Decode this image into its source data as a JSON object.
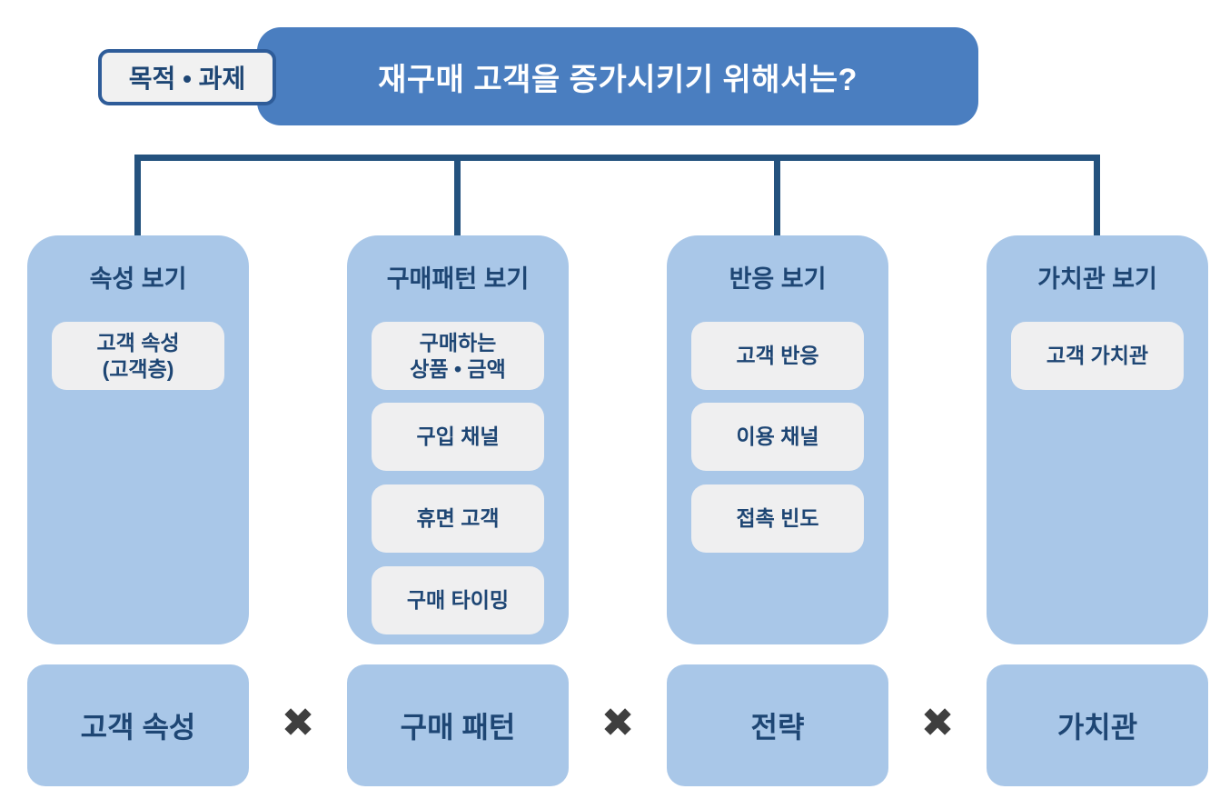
{
  "header": {
    "label": "목적 • 과제",
    "title": "재구매 고객을 증가시키기 위해서는?"
  },
  "columns": [
    {
      "header": "속성 보기",
      "items": [
        {
          "line1": "고객 속성",
          "line2": "(고객층)"
        }
      ]
    },
    {
      "header": "구매패턴 보기",
      "items": [
        {
          "line1": "구매하는",
          "line2": "상품 • 금액"
        },
        {
          "line1": "구입 채널"
        },
        {
          "line1": "휴면 고객"
        },
        {
          "line1": "구매 타이밍"
        }
      ]
    },
    {
      "header": "반응 보기",
      "items": [
        {
          "line1": "고객 반응"
        },
        {
          "line1": "이용 채널"
        },
        {
          "line1": "접촉 빈도"
        }
      ]
    },
    {
      "header": "가치관 보기",
      "items": [
        {
          "line1": "고객 가치관"
        }
      ]
    }
  ],
  "bottom": {
    "box1": "고객 속성",
    "box2": "구매 패턴",
    "box3": "전략",
    "box4": "가치관",
    "times": "✖"
  },
  "colors": {
    "title_blue": "#4A7EC0",
    "column_blue": "#A9C7E8",
    "item_gray": "#EFEFF0",
    "navy_text": "#1E4674",
    "connector_navy": "#24527E",
    "label_border": "#2E5C99",
    "label_bg": "#F1F1F1",
    "x_color": "#3F3F3F",
    "title_text": "#FFFFFF"
  }
}
